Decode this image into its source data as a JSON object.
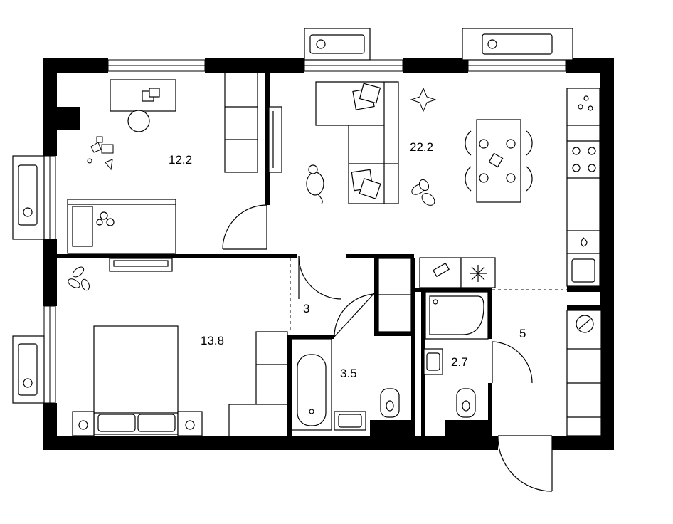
{
  "rooms": [
    {
      "id": "bedroom-1",
      "area": "12.2"
    },
    {
      "id": "living-kitchen",
      "area": "22.2"
    },
    {
      "id": "hall",
      "area": "3"
    },
    {
      "id": "bedroom-2",
      "area": "13.8"
    },
    {
      "id": "bathroom",
      "area": "3.5"
    },
    {
      "id": "wc",
      "area": "2.7"
    },
    {
      "id": "entrance",
      "area": "5"
    }
  ],
  "icons": {
    "ac_unit": "air-conditioner-icon",
    "houseplant": "houseplant-icon",
    "cat": "cat-icon",
    "toys": "toys-icon",
    "fridge": "snowflake-icon",
    "washer": "washing-machine-icon",
    "stove": "stove-burner-icon"
  },
  "colors": {
    "wall": "#000000",
    "line": "#000000",
    "background": "#ffffff"
  }
}
